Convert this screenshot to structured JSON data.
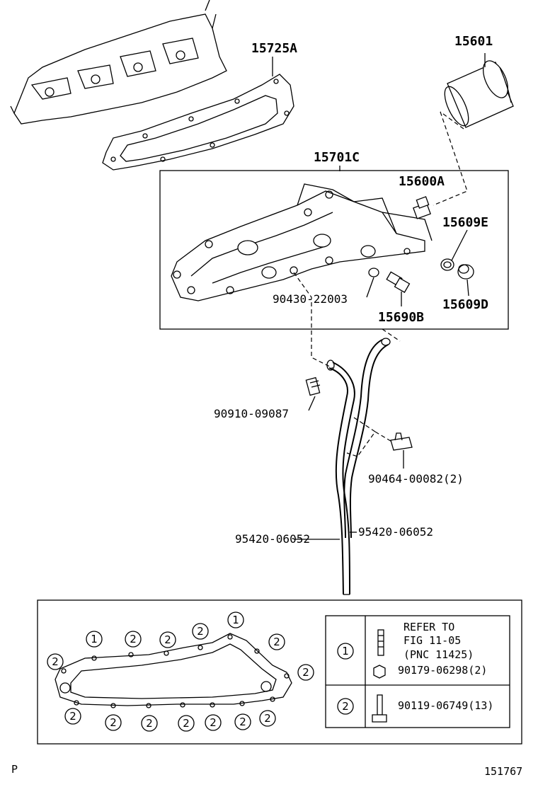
{
  "parts": {
    "gasket_top": "15725A",
    "oil_filter": "15601",
    "cooler_assembly": "15701C",
    "union": "15600A",
    "o_ring_e": "15609E",
    "plug_gasket": "90430-22003",
    "switch": "15690B",
    "plug_d": "15609D",
    "stud": "90910-09087",
    "clamp": "90464-00082(2)",
    "hose_left": "95420-06052",
    "hose_right": "95420-06052"
  },
  "detail": {
    "key_1": "1",
    "key_2": "2",
    "refer_line1": "REFER TO",
    "refer_line2": "FIG 11-05",
    "refer_line3": "(PNC 11425)",
    "nut_part": "90179-06298(2)",
    "bolt_part": "90119-06749(13)"
  },
  "footer": {
    "left_mark": "P",
    "figure_id": "151767"
  }
}
